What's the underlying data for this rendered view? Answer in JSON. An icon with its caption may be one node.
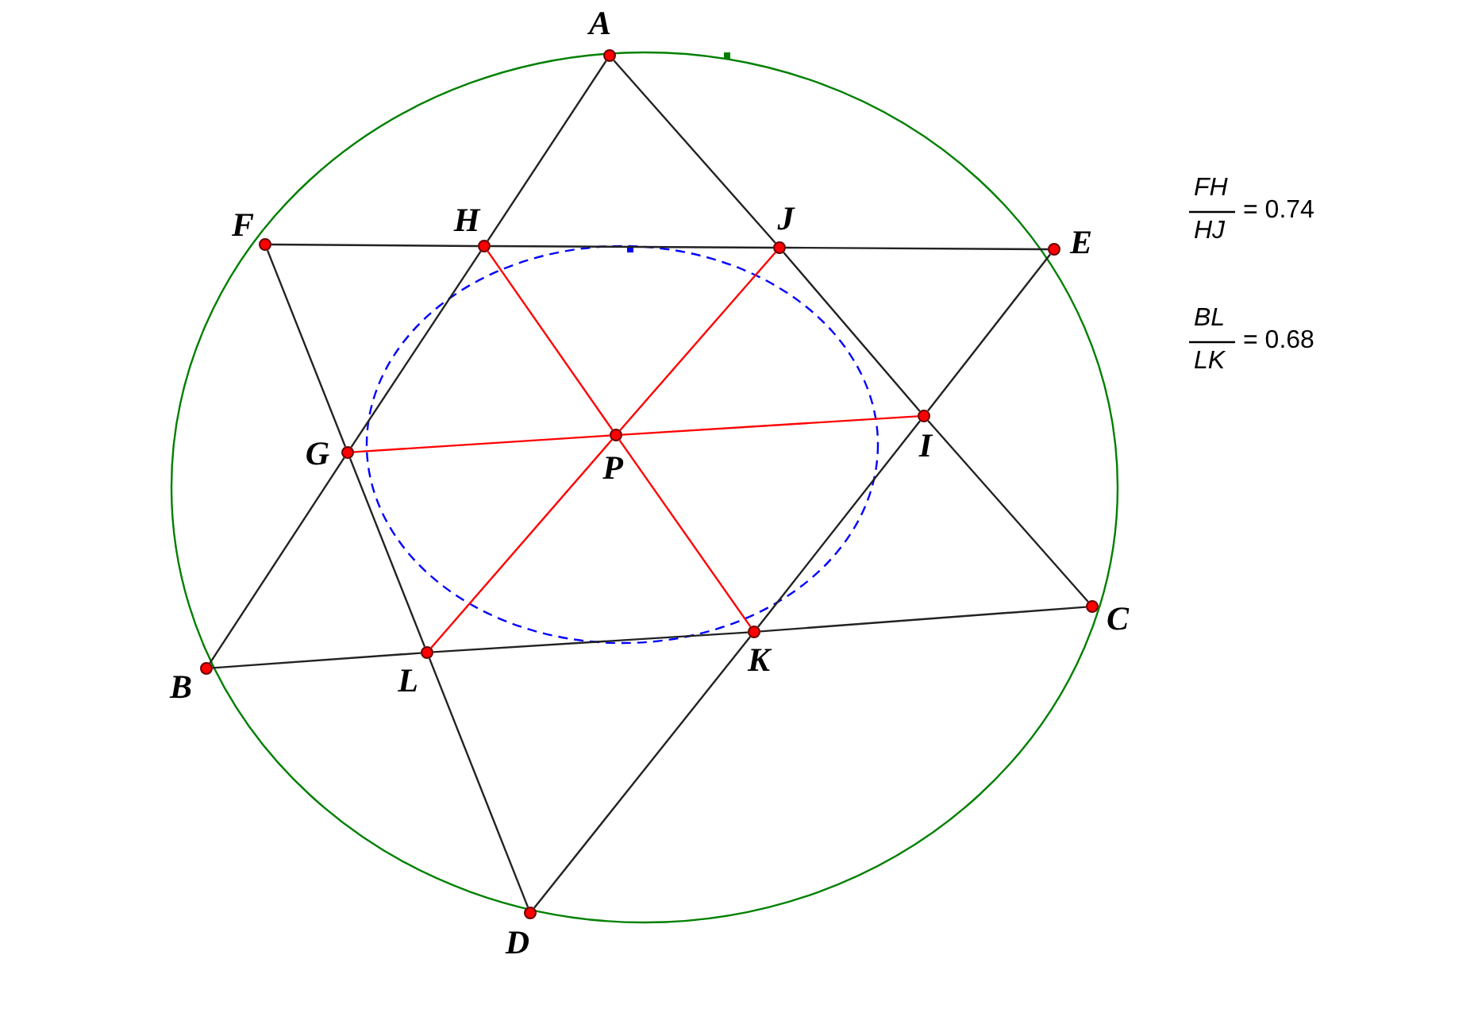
{
  "diagram": {
    "nodes": [
      {
        "text": [],
        "shape": "circle",
        "beside": [
          "A"
        ]
      },
      {
        "text": [],
        "shape": "circle",
        "beside": [
          "F"
        ]
      },
      {
        "text": [],
        "shape": "circle",
        "beside": [
          "H"
        ]
      },
      {
        "text": [],
        "shape": "circle",
        "beside": [
          "J"
        ]
      },
      {
        "text": [],
        "shape": "circle",
        "beside": [
          "E"
        ]
      },
      {
        "text": [],
        "shape": "circle",
        "beside": [
          "G"
        ]
      },
      {
        "text": [],
        "shape": "circle",
        "beside": [
          "P"
        ]
      },
      {
        "text": [],
        "shape": "circle",
        "beside": [
          "I"
        ]
      },
      {
        "text": [],
        "shape": "circle",
        "beside": [
          "C"
        ]
      },
      {
        "text": [],
        "shape": "circle",
        "beside": [
          "B"
        ]
      },
      {
        "text": [],
        "shape": "circle",
        "beside": [
          "L"
        ]
      },
      {
        "text": [],
        "shape": "circle",
        "beside": [
          "K"
        ]
      },
      {
        "text": [],
        "shape": "circle",
        "beside": [
          "D"
        ]
      }
    ],
    "edges": [
      {
        "from": 0,
        "to": 2,
        "arrow": "none"
      },
      {
        "from": 2,
        "to": 5,
        "arrow": "none"
      },
      {
        "from": 5,
        "to": 9,
        "arrow": "none"
      },
      {
        "from": 0,
        "to": 3,
        "arrow": "none"
      },
      {
        "from": 3,
        "to": 7,
        "arrow": "none"
      },
      {
        "from": 7,
        "to": 8,
        "arrow": "none"
      },
      {
        "from": 9,
        "to": 10,
        "arrow": "none"
      },
      {
        "from": 10,
        "to": 11,
        "arrow": "none"
      },
      {
        "from": 11,
        "to": 8,
        "arrow": "none"
      },
      {
        "from": 1,
        "to": 2,
        "arrow": "none"
      },
      {
        "from": 2,
        "to": 3,
        "arrow": "none"
      },
      {
        "from": 3,
        "to": 4,
        "arrow": "none"
      },
      {
        "from": 4,
        "to": 7,
        "arrow": "none"
      },
      {
        "from": 7,
        "to": 11,
        "arrow": "none"
      },
      {
        "from": 11,
        "to": 12,
        "arrow": "none"
      },
      {
        "from": 1,
        "to": 5,
        "arrow": "none"
      },
      {
        "from": 5,
        "to": 10,
        "arrow": "none"
      },
      {
        "from": 10,
        "to": 12,
        "arrow": "none"
      },
      {
        "from": 2,
        "to": 6,
        "arrow": "none",
        "color": "#ff0000"
      },
      {
        "from": 6,
        "to": 11,
        "arrow": "none",
        "color": "#ff0000"
      },
      {
        "from": 3,
        "to": 6,
        "arrow": "none",
        "color": "#ff0000"
      },
      {
        "from": 6,
        "to": 10,
        "arrow": "none",
        "color": "#ff0000"
      },
      {
        "from": 5,
        "to": 6,
        "arrow": "none",
        "color": "#ff0000"
      },
      {
        "from": 6,
        "to": 7,
        "arrow": "none",
        "color": "#ff0000"
      }
    ],
    "labels": [
      "FH",
      "HJ",
      "= 0.74",
      "BL",
      "LK",
      "= 0.68"
    ]
  }
}
